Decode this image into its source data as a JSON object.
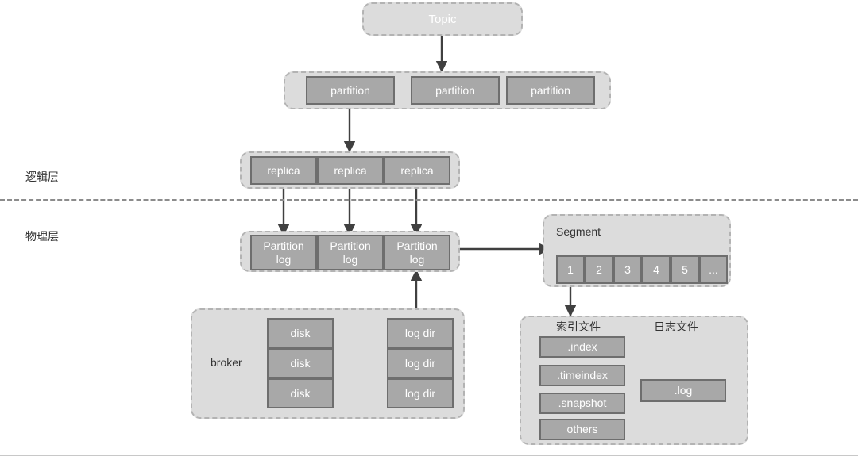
{
  "diagram": {
    "title_node": {
      "label": "Topic"
    },
    "layers": {
      "logical": "逻辑层",
      "physical": "物理层"
    },
    "partitions": {
      "items": [
        {
          "label": "partition"
        },
        {
          "label": "partition"
        },
        {
          "label": "partition"
        }
      ]
    },
    "replicas": {
      "items": [
        {
          "label": "replica"
        },
        {
          "label": "replica"
        },
        {
          "label": "replica"
        }
      ]
    },
    "partition_logs": {
      "items": [
        {
          "label": "Partition\nlog"
        },
        {
          "label": "Partition\nlog"
        },
        {
          "label": "Partition\nlog"
        }
      ]
    },
    "segment": {
      "title": "Segment",
      "cells": [
        {
          "label": "1"
        },
        {
          "label": "2"
        },
        {
          "label": "3"
        },
        {
          "label": "4"
        },
        {
          "label": "5"
        },
        {
          "label": "..."
        }
      ]
    },
    "broker": {
      "label": "broker",
      "disks": [
        {
          "label": "disk"
        },
        {
          "label": "disk"
        },
        {
          "label": "disk"
        }
      ],
      "log_dirs": [
        {
          "label": "log dir"
        },
        {
          "label": "log dir"
        },
        {
          "label": "log dir"
        }
      ]
    },
    "files": {
      "index_group_title": "索引文件",
      "log_group_title": "日志文件",
      "index_files": [
        {
          "label": ".index"
        },
        {
          "label": ".timeindex"
        },
        {
          "label": ".snapshot"
        },
        {
          "label": "others"
        }
      ],
      "log_files": [
        {
          "label": ".log"
        }
      ]
    },
    "colors": {
      "cell_fill": "#a8a8a8",
      "cell_border": "#6e6e6e",
      "container_fill": "#dcdcdc",
      "container_border": "#b3b3b3",
      "arrow": "#404040",
      "divider": "#8c8c8c",
      "text_on_cell": "#ffffff",
      "text_plain": "#333333",
      "background": "#ffffff"
    }
  }
}
